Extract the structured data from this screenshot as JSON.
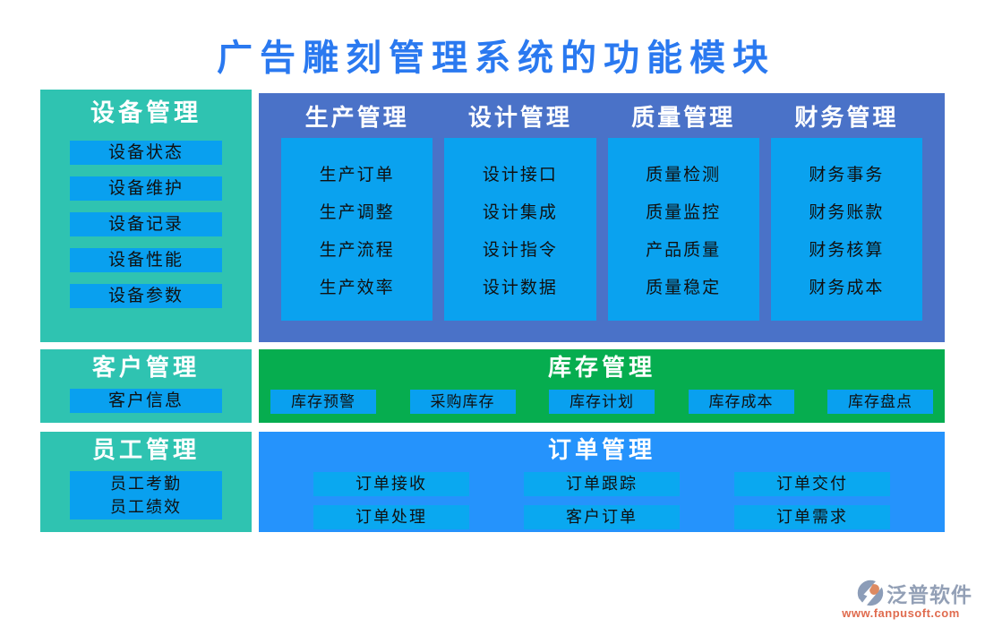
{
  "title": "广告雕刻管理系统的功能模块",
  "colors": {
    "title_blue": "#2a79f0",
    "teal": "#2fc3b1",
    "main_panel_blue": "#4a72c8",
    "card_blue": "#0aa2ef",
    "item_button_blue": "#09a0ef",
    "inventory_green": "#06ad4f",
    "order_panel_blue": "#2593fc",
    "order_button_blue": "#0aa8f0",
    "brand_gray": "#93a0b6",
    "url_orange": "#e06b4e"
  },
  "equipment": {
    "title": "设备管理",
    "items": [
      "设备状态",
      "设备维护",
      "设备记录",
      "设备性能",
      "设备参数"
    ]
  },
  "main_columns": [
    {
      "title": "生产管理",
      "items": [
        "生产订单",
        "生产调整",
        "生产流程",
        "生产效率"
      ]
    },
    {
      "title": "设计管理",
      "items": [
        "设计接口",
        "设计集成",
        "设计指令",
        "设计数据"
      ]
    },
    {
      "title": "质量管理",
      "items": [
        "质量检测",
        "质量监控",
        "产品质量",
        "质量稳定"
      ]
    },
    {
      "title": "财务管理",
      "items": [
        "财务事务",
        "财务账款",
        "财务核算",
        "财务成本"
      ]
    }
  ],
  "customer": {
    "title": "客户管理",
    "items": [
      "客户信息"
    ]
  },
  "inventory": {
    "title": "库存管理",
    "items": [
      "库存预警",
      "采购库存",
      "库存计划",
      "库存成本",
      "库存盘点"
    ]
  },
  "employee": {
    "title": "员工管理",
    "items": [
      "员工考勤",
      "员工绩效"
    ]
  },
  "order": {
    "title": "订单管理",
    "rows": [
      [
        "订单接收",
        "订单跟踪",
        "订单交付"
      ],
      [
        "订单处理",
        "客户订单",
        "订单需求"
      ]
    ]
  },
  "footer": {
    "brand": "泛普软件",
    "url": "www.fanpusoft.com"
  }
}
